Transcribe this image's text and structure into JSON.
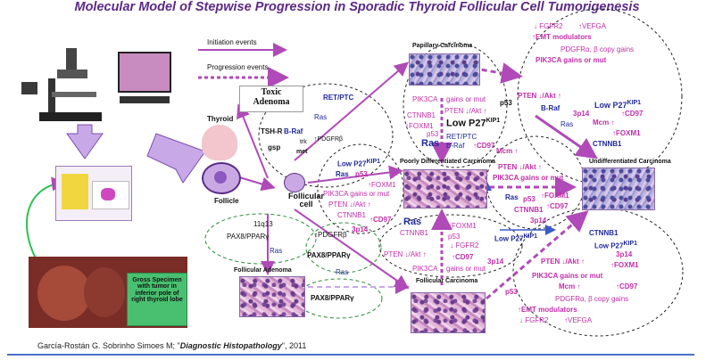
{
  "title": "Molecular Model of Stepwise Progression in Sporadic Thyroid Follicular Cell Tumorigenesis",
  "legend": {
    "initiation": "Initiation events",
    "progression": "Progression events"
  },
  "colors": {
    "title": "#5b2a86",
    "pink": "#c030a8",
    "blue": "#1f2a9a",
    "arrow": "#b04ab8"
  },
  "labels": {
    "toxic_adenoma": "Toxic Adenoma",
    "thyroid": "Thyroid",
    "follicle": "Follicle",
    "follicular_cell": "Follicular cell",
    "papillary_carcinoma": "Papillary Carcinoma",
    "poorly_diff": "Poorly Differentiated Carcinoma",
    "undiff": "Undifferentiated Carcinoma",
    "follicular_adenoma": "Follicular Adenoma",
    "follicular_carcinoma": "Follicular Carcinoma",
    "specimen": "Gross Specimen with tumor in inferior pole of right thyroid lobe"
  },
  "genes": {
    "tshr": "TSH-R",
    "gsp": "gsp",
    "ret_ptc": "RET/PTC",
    "ras": "Ras",
    "braf": "B-Raf",
    "trk": "trk",
    "met": "met",
    "pdgfrb": "↑PDGFRβ",
    "q11q13": "11q13",
    "pax8": "PAX8/PPARγ",
    "p53": "p53",
    "low_p27": "Low P27",
    "kip1": "KIP1",
    "ctnnb1": "CTNNB1",
    "foxm1": "↑FOXM1",
    "cd97": "↑CD97",
    "p3p14": "3p14",
    "pik3ca_gm": "PIK3CA gains or mut",
    "pik3ca": "PIK3CA",
    "gains_mut": "gains or mut",
    "pten": "PTEN ↓/Akt ↑",
    "mcm": "Mcm ↑",
    "fgfr2": "↓ FGFR2",
    "vefga": "↑VEFGA",
    "emt": "↑EMT modulators",
    "pdgfr_copy": "PDGFRα, β copy gains",
    "ret_ptc2": "RET/PTC"
  },
  "citation": {
    "text": "García-Rostán G. Sobrinho Simoes M; \"",
    "journal": "Diagnostic Histopathology",
    "year": "\", 2011"
  }
}
